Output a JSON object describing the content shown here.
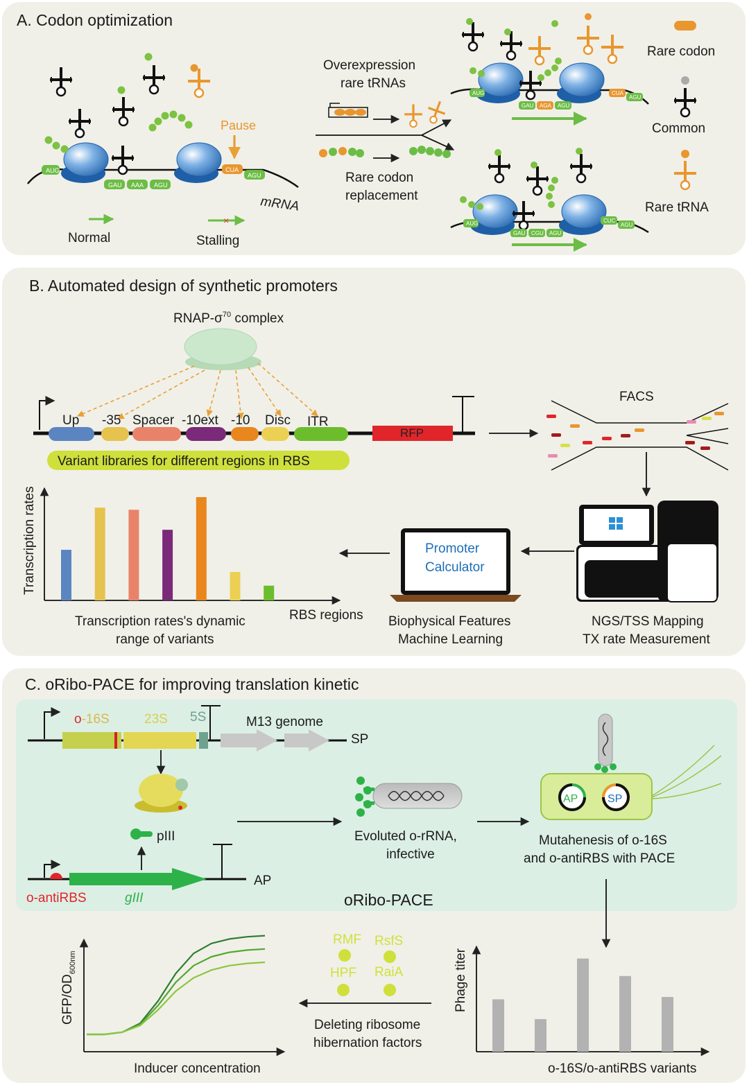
{
  "panels": {
    "a": {
      "title": "A. Codon optimization",
      "pause": "Pause",
      "mrna": "mRNA",
      "normal": "Normal",
      "stalling": "Stalling",
      "overexpression_line1": "Overexpression",
      "overexpression_line2": "rare tRNAs",
      "replacement_line1": "Rare codon",
      "replacement_line2": "replacement",
      "legend_rare_codon": "Rare codon",
      "legend_common": "Common",
      "legend_rare_trna": "Rare tRNA",
      "codons_left": [
        "AUG",
        "GAU",
        "AAA",
        "AGU",
        "CUA",
        "AGU"
      ],
      "codons_top": [
        "AUG",
        "GAU",
        "AGA",
        "AGU",
        "CUA",
        "AGU"
      ],
      "codons_bottom": [
        "AUG",
        "GAU",
        "CGU",
        "AGU",
        "CUC",
        "AGU"
      ]
    },
    "b": {
      "title": "B. Automated design of synthetic promoters",
      "complex_label": "RNAP-σ",
      "complex_sup": "70",
      "complex_suffix": " complex",
      "regions": [
        "Up",
        "-35",
        "Spacer",
        "-10ext",
        "-10",
        "Disc",
        "ITR"
      ],
      "reporter": "RFP",
      "library_label": "Variant libraries for different regions in RBS",
      "facs": "FACS",
      "calculator_line1": "Promoter",
      "calculator_line2": "Calculator",
      "chart_ylabel": "Transcription rates",
      "chart_xlabel": "RBS regions",
      "chart_caption_line1": "Transcription rates's dynamic",
      "chart_caption_line2": "range of variants",
      "ml_line1": "Biophysical Features",
      "ml_line2": "Machine Learning",
      "ngs_line1": "NGS/TSS Mapping",
      "ngs_line2": "TX rate Measurement"
    },
    "c": {
      "title": "C. oRibo-PACE for improving translation kinetic",
      "o16s_prefix": "o",
      "o16s_suffix": "-16S",
      "r23s": "23S",
      "r5s": "5S",
      "m13": "M13 genome",
      "sp": "SP",
      "ap": "AP",
      "piii": "pIII",
      "o_antirbs": "o-antiRBS",
      "giii": "gIII",
      "evoluted_line1": "Evoluted o-rRNA,",
      "evoluted_line2": "infective",
      "mutagenesis_line1": "Mutahenesis of o-16S",
      "mutagenesis_line2": "and  o-antiRBS with PACE",
      "cell_ap": "AP",
      "cell_sp": "SP",
      "oribo_pace": "oRibo-PACE",
      "factors": [
        "RMF",
        "RsfS",
        "HPF",
        "RaiA"
      ],
      "deleting_line1": "Deleting ribosome",
      "deleting_line2": "hibernation factors",
      "gfp_ylabel": "GFP/OD",
      "gfp_ylabel_sub": "600nm",
      "gfp_xlabel": "Inducer concentration",
      "phage_ylabel": "Phage titer",
      "phage_xlabel": "o-16S/o-antiRBS variants"
    }
  },
  "chart_data": [
    {
      "type": "bar",
      "categories": [
        "Up",
        "-35",
        "Spacer",
        "-10ext",
        "-10",
        "Disc",
        "ITR"
      ],
      "values": [
        48,
        88,
        86,
        67,
        98,
        27,
        14
      ],
      "colors": [
        "#5b85c0",
        "#e6c24e",
        "#e8836a",
        "#7a2a78",
        "#e9861e",
        "#ecd054",
        "#6cbd2c"
      ],
      "ylabel": "Transcription rates",
      "xlabel": "RBS regions",
      "ylim": [
        0,
        100
      ]
    },
    {
      "type": "bar",
      "categories": [
        "",
        "",
        "",
        "",
        ""
      ],
      "values": [
        45,
        28,
        80,
        65,
        47
      ],
      "colors": [
        "#b2b2b2",
        "#b2b2b2",
        "#b2b2b2",
        "#b2b2b2",
        "#b2b2b2"
      ],
      "ylabel": "Phage titer",
      "xlabel": "o-16S/o-antiRBS variants",
      "ylim": [
        0,
        100
      ]
    },
    {
      "type": "line",
      "x": [
        0,
        0.1,
        0.2,
        0.3,
        0.4,
        0.5,
        0.6,
        0.7,
        0.8,
        0.9,
        1.0
      ],
      "series": [
        {
          "values": [
            0.05,
            0.05,
            0.07,
            0.15,
            0.35,
            0.6,
            0.78,
            0.87,
            0.91,
            0.93,
            0.94
          ]
        },
        {
          "values": [
            0.05,
            0.05,
            0.07,
            0.14,
            0.31,
            0.52,
            0.67,
            0.75,
            0.79,
            0.81,
            0.82
          ]
        },
        {
          "values": [
            0.05,
            0.05,
            0.07,
            0.13,
            0.27,
            0.44,
            0.56,
            0.63,
            0.67,
            0.69,
            0.7
          ]
        }
      ],
      "colors": [
        "#2e7d32",
        "#55a630",
        "#8cc63f"
      ],
      "ylabel": "GFP/OD600nm",
      "xlabel": "Inducer concentration"
    }
  ]
}
